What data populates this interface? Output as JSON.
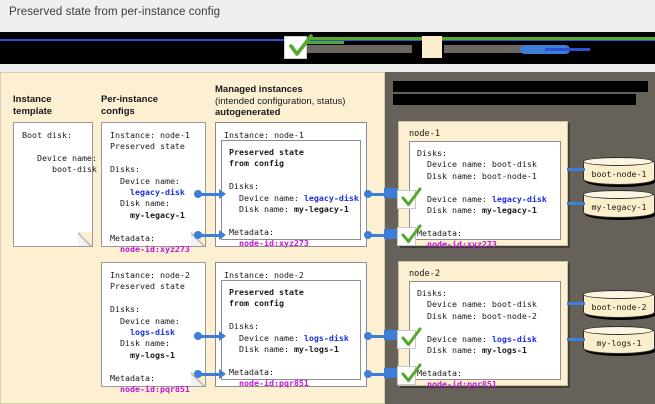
{
  "caption": "Preserved state from per-instance config",
  "colors": {
    "panel_cream": "#fcefd2",
    "panel_gray": "#66625a",
    "accent_blue": "#3d7fd6",
    "link_blue": "#1d2fe0",
    "magenta": "#c018d8",
    "check_green": "#55aa2d",
    "page_bg": "#efefef"
  },
  "legend": {
    "checkbox_icon": "check-icon",
    "swatch_icon": "cream-swatch",
    "labels_redacted": true
  },
  "columns": {
    "instance_template": {
      "heading_line1": "Instance",
      "heading_line2": "template"
    },
    "per_instance_configs": {
      "heading_line1": "Per-instance",
      "heading_line2": "configs"
    },
    "managed_instances": {
      "heading_line1": "Managed instances",
      "heading_line2": "(intended configuration, status)",
      "heading_line3": "autogenerated"
    },
    "gray_panel": {
      "heading_redacted": true
    }
  },
  "instance_template_card": {
    "line1": "Boot disk:",
    "line2": "",
    "line3": "   Device name:",
    "line4": "      boot-disk"
  },
  "per_instance_configs": [
    {
      "instance": "Instance: node-1",
      "subtitle": "Preserved state",
      "disks_label": "Disks:",
      "device_name_label": "  Device name:",
      "device_name_value": "    legacy-disk",
      "disk_name_label": "  Disk name:",
      "disk_name_value": "    my-legacy-1",
      "metadata_label": "Metadata:",
      "metadata_value": "  node-id:xyz273"
    },
    {
      "instance": "Instance: node-2",
      "subtitle": "Preserved state",
      "disks_label": "Disks:",
      "device_name_label": "  Device name:",
      "device_name_value": "    logs-disk",
      "disk_name_label": "  Disk name:",
      "disk_name_value": "    my-logs-1",
      "metadata_label": "Metadata:",
      "metadata_value": "  node-id:pqr851"
    }
  ],
  "managed_instances": [
    {
      "instance": "Instance: node-1",
      "inner_title_line1": "Preserved state",
      "inner_title_line2": "from config",
      "disks_label": "Disks:",
      "device_name_label": "  Device name: ",
      "device_name_value": "legacy-disk",
      "disk_name_label": "  Disk name: ",
      "disk_name_value": "my-legacy-1",
      "metadata_label": "Metadata:",
      "metadata_value": "  node-id:xyz273"
    },
    {
      "instance": "Instance: node-2",
      "inner_title_line1": "Preserved state",
      "inner_title_line2": "from config",
      "disks_label": "Disks:",
      "device_name_label": "  Device name: ",
      "device_name_value": "logs-disk",
      "disk_name_label": "  Disk name: ",
      "disk_name_value": "my-logs-1",
      "metadata_label": "Metadata:",
      "metadata_value": "  node-id:pqr851"
    }
  ],
  "nodes": [
    {
      "title": "node-1",
      "disks_label": "Disks:",
      "boot_device_line": "  Device name: boot-disk",
      "boot_disk_line": "  Disk name: boot-node-1",
      "pref_device_label": "  Device name: ",
      "pref_device_value": "legacy-disk",
      "pref_disk_label": "  Disk name: ",
      "pref_disk_value": "my-legacy-1",
      "metadata_label": "Metadata:",
      "metadata_value": "  node-id:xyz273",
      "disks": [
        "boot-node-1",
        "my-legacy-1"
      ]
    },
    {
      "title": "node-2",
      "disks_label": "Disks:",
      "boot_device_line": "  Device name: boot-disk",
      "boot_disk_line": "  Disk name: boot-node-2",
      "pref_device_label": "  Device name: ",
      "pref_device_value": "logs-disk",
      "pref_disk_label": "  Disk name: ",
      "pref_disk_value": "my-logs-1",
      "metadata_label": "Metadata:",
      "metadata_value": "  node-id:pqr851",
      "disks": [
        "boot-node-2",
        "my-logs-1"
      ]
    }
  ]
}
